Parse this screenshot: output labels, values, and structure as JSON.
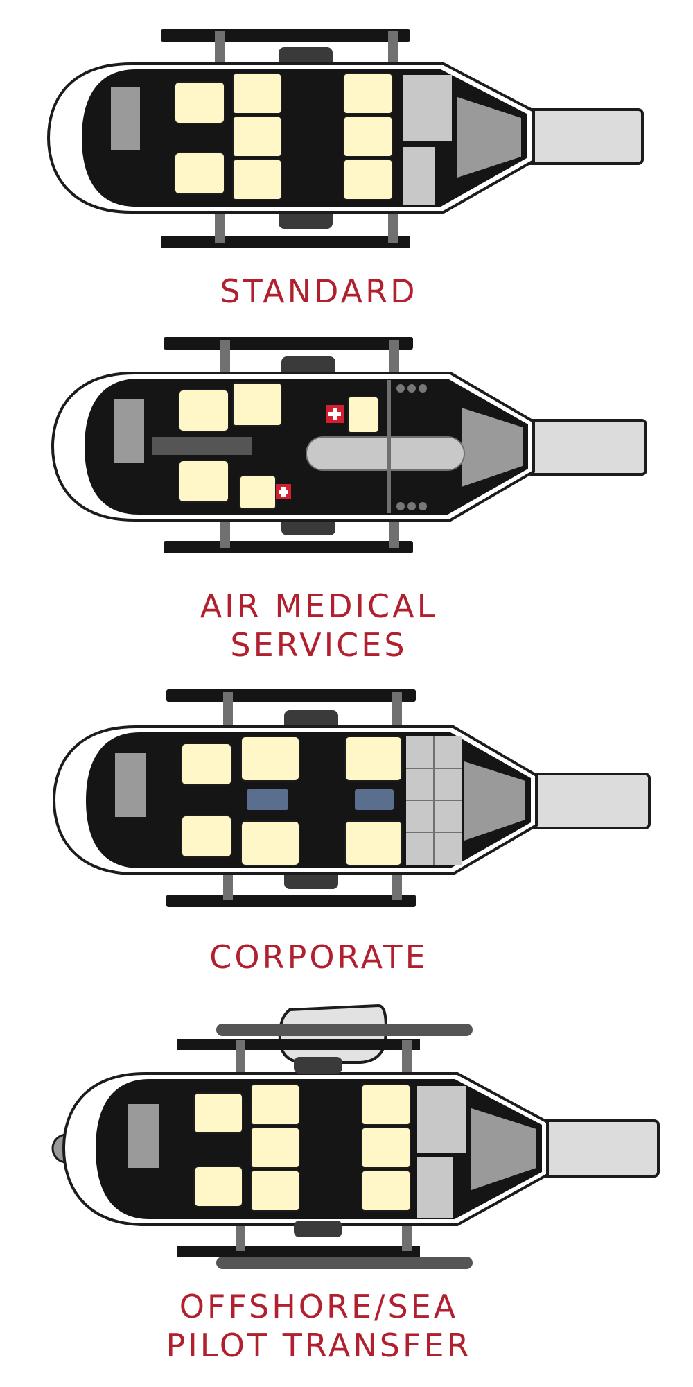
{
  "colors": {
    "label": "#b0202e",
    "fuselage": "#151515",
    "outline": "#1c1c1c",
    "seat": "#fff7c8",
    "grey": "#9a9a9a",
    "light_grey": "#c8c8c8",
    "tail_tube": "#dcdcdc",
    "medical_cross": "#d32030",
    "equipment_blue": "#5a6f8e"
  },
  "configurations": [
    {
      "id": "standard",
      "label": "STANDARD"
    },
    {
      "id": "air-medical",
      "label_line1": "AIR MEDICAL",
      "label_line2": "SERVICES"
    },
    {
      "id": "corporate",
      "label": "CORPORATE"
    },
    {
      "id": "offshore",
      "label_line1": "OFFSHORE/SEA",
      "label_line2": "PILOT TRANSFER"
    }
  ]
}
